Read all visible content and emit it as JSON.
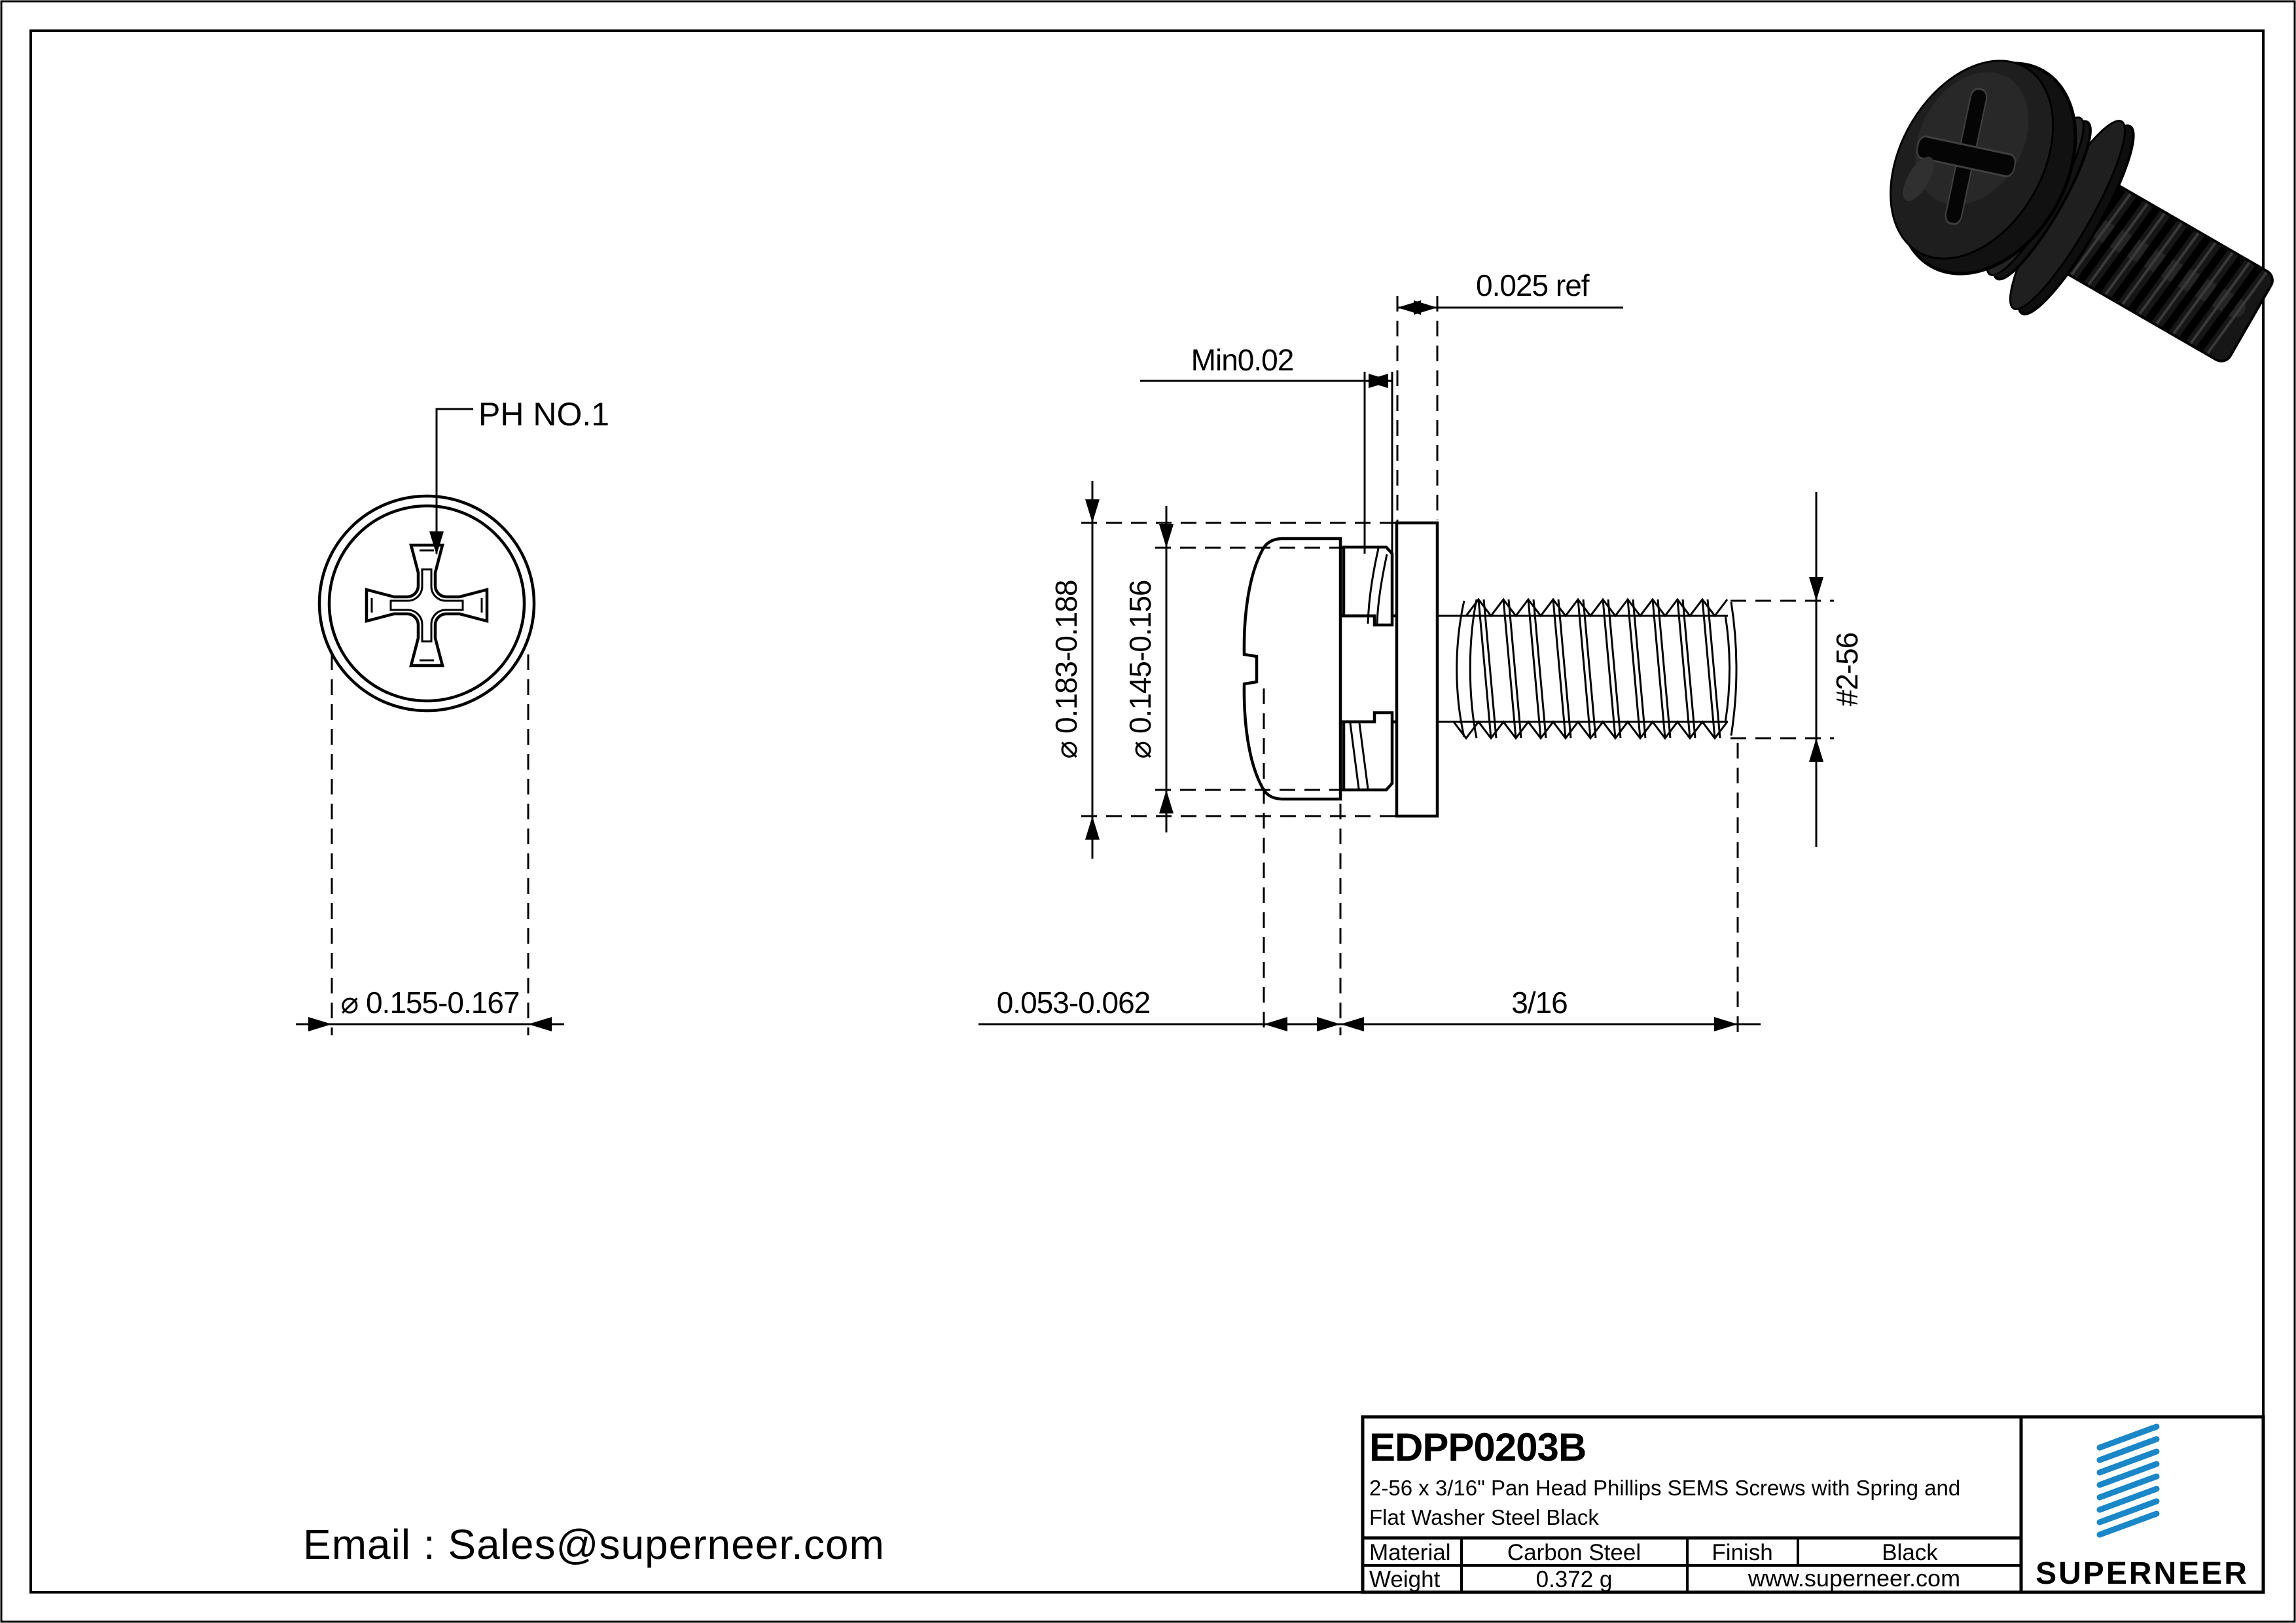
{
  "drawing": {
    "front_view": {
      "callout_drive": "PH NO.1",
      "dim_head_diameter": "⌀ 0.155-0.167"
    },
    "side_view": {
      "dim_flat_washer_od": "⌀ 0.183-0.188",
      "dim_spring_washer_od": "⌀ 0.145-0.156",
      "dim_min_clearance": "Min0.02",
      "dim_flat_washer_thickness": "0.025 ref",
      "dim_head_height": "0.053-0.062",
      "dim_screw_length": "3/16",
      "dim_thread_size": "#2-56"
    }
  },
  "contact": {
    "email_line": "Email : Sales@superneer.com"
  },
  "title_block": {
    "part_number": "EDPP0203B",
    "description_line1": "2-56 x 3/16\" Pan Head Phillips SEMS Screws with Spring and",
    "description_line2": "Flat Washer Steel Black",
    "material_label": "Material",
    "material_value": "Carbon Steel",
    "finish_label": "Finish",
    "finish_value": "Black",
    "weight_label": "Weight",
    "weight_value": "0.372 g",
    "website": "www.superneer.com",
    "brand_name": "SUPERNEER",
    "brand_color": "#1a87c8",
    "link_color": "#1a87c8"
  }
}
